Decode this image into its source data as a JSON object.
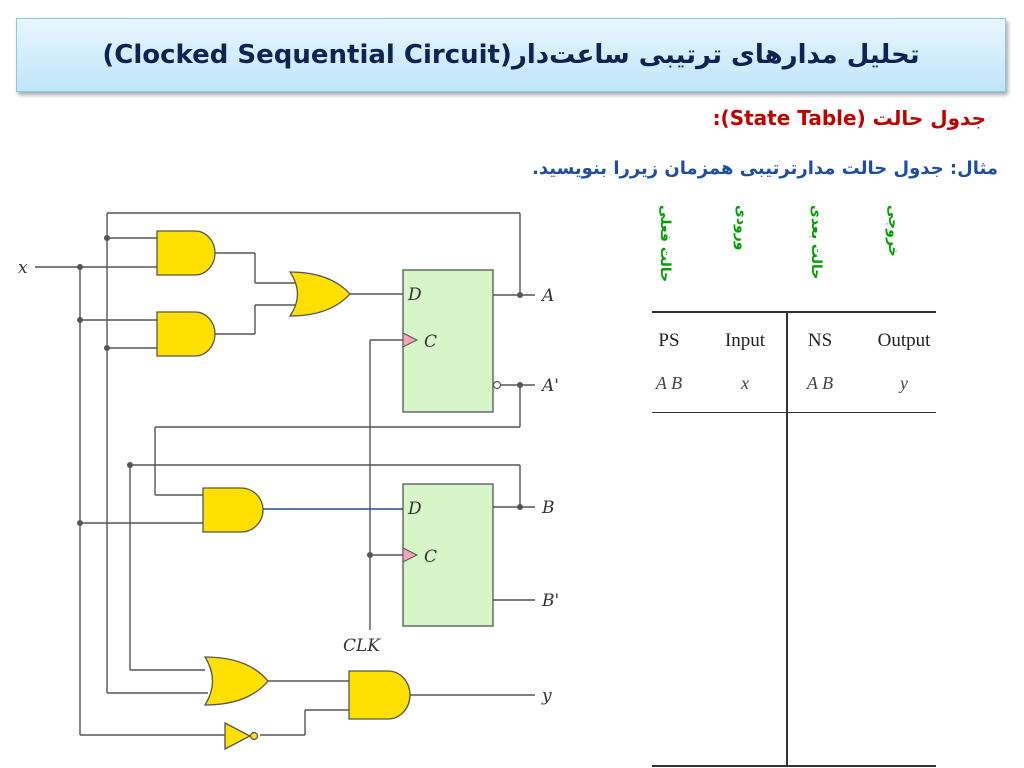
{
  "slide": {
    "title": "تحلیل مدارهای ترتیبی ساعت‌دار(Clocked Sequential Circuit)",
    "subtitle": "جدول حالت (State Table):",
    "example": "مثال: جدول حالت مدارترتیبی همزمان زیررا بنویسید."
  },
  "table": {
    "fa_headers": [
      "حالت فعلی",
      "ورودی",
      "حالت بعدی",
      "خروجی"
    ],
    "headers": [
      "PS",
      "Input",
      "NS",
      "Output"
    ],
    "subheaders": [
      "A B",
      "x",
      "A B",
      "y"
    ]
  },
  "circuit": {
    "input_label": "x",
    "outputs": [
      "A",
      "A'",
      "B",
      "B'",
      "y"
    ],
    "ff_pins": [
      "D",
      "C"
    ],
    "clock_label": "CLK",
    "colors": {
      "gate": "#ffe000",
      "ff": "#d6f5c8",
      "wire": "#555555",
      "d_wire": "#1f4e9a",
      "clk_tri": "#f4a6b6"
    }
  }
}
